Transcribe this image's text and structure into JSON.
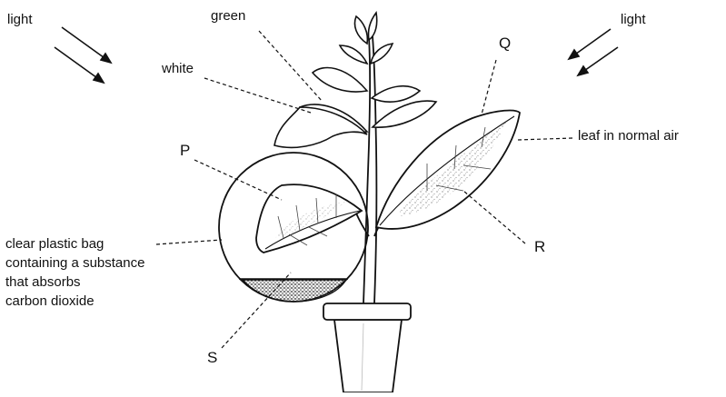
{
  "labels": {
    "light_left": "light",
    "light_right": "light",
    "green": "green",
    "white": "white",
    "Q": "Q",
    "P": "P",
    "R": "R",
    "S": "S",
    "leaf_normal_air": "leaf in normal air",
    "bag_line1": "clear plastic bag",
    "bag_line2": "containing a substance",
    "bag_line3": "that absorbs",
    "bag_line4": "carbon dioxide"
  }
}
